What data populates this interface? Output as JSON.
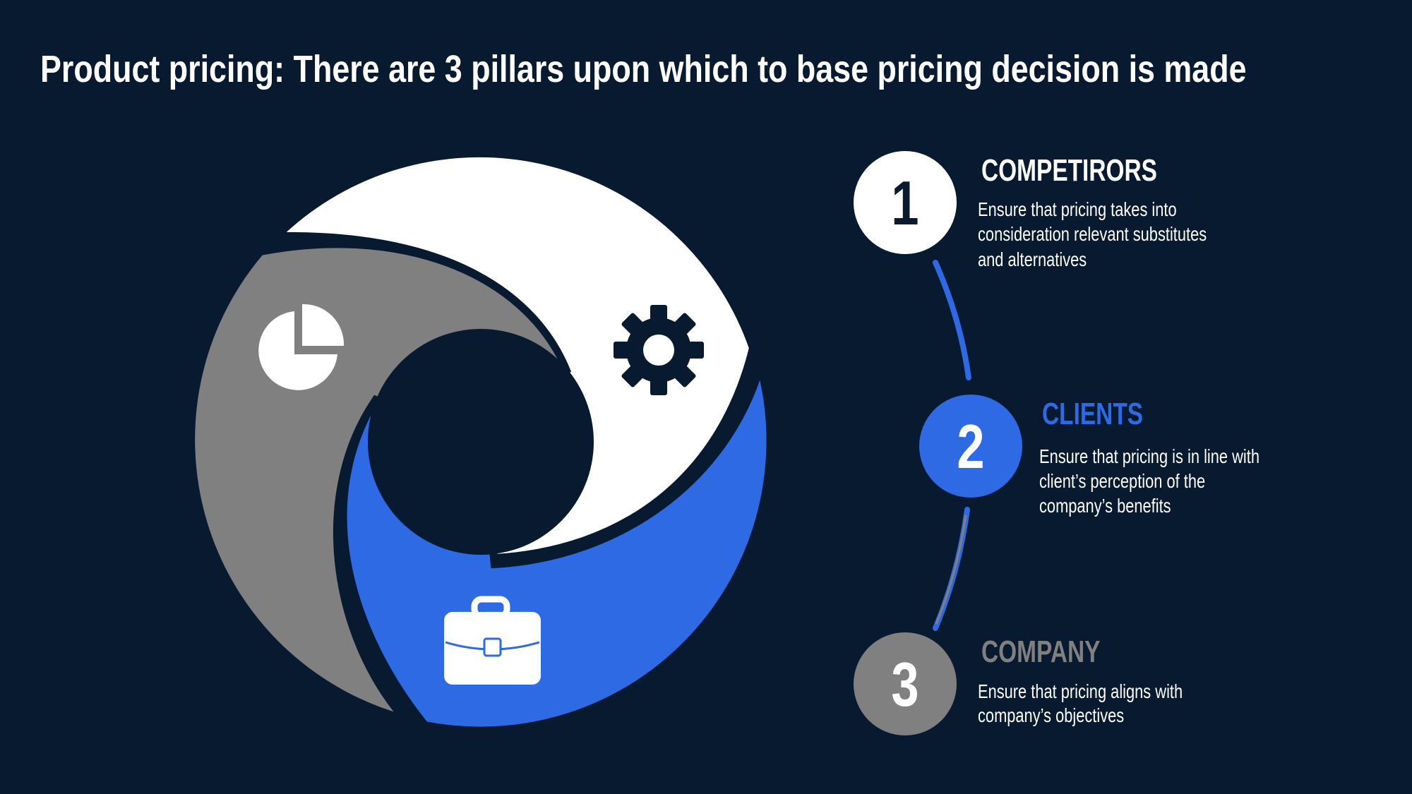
{
  "title": "Product pricing: There are 3 pillars upon which to base pricing decision is made",
  "colors": {
    "background": "#071a2f",
    "blue": "#2d6ae3",
    "gray": "#808080",
    "white": "#ffffff"
  },
  "pillars": [
    {
      "number": "1",
      "heading": "COMPETIRORS",
      "lines": [
        "Ensure that pricing takes into",
        "consideration relevant substitutes",
        "and alternatives"
      ],
      "icon": "gear-icon"
    },
    {
      "number": "2",
      "heading": "CLIENTS",
      "lines": [
        "Ensure that pricing is in line with",
        "client’s perception of the",
        "company’s benefits"
      ],
      "icon": "briefcase-icon"
    },
    {
      "number": "3",
      "heading": "COMPANY",
      "lines": [
        "Ensure that pricing aligns with",
        "company’s objectives"
      ],
      "icon": "pie-chart-icon"
    }
  ]
}
